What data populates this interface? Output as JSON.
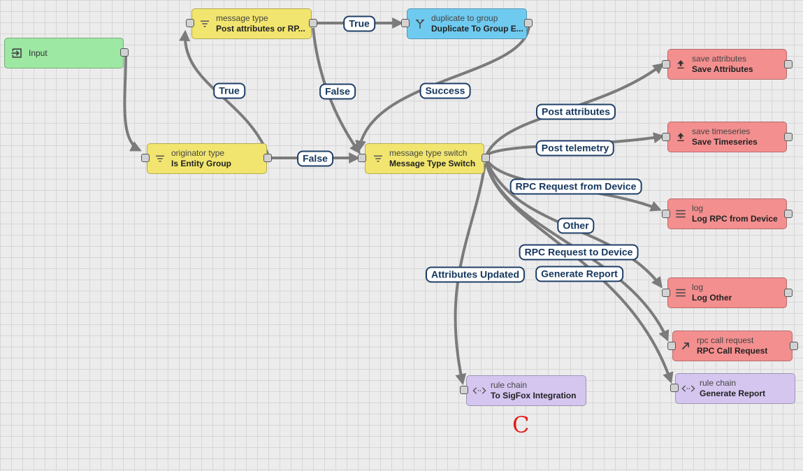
{
  "colors": {
    "input": "#9de8a3",
    "filter": "#f1e56f",
    "transform": "#6fcaf0",
    "action": "#f48f8f",
    "flow": "#d5c6f0",
    "edge": "#7b7b7b",
    "label_border": "#1f3f68",
    "mark": "#e31b1b"
  },
  "nodes": {
    "input": {
      "name": "Input",
      "icon": "input-icon"
    },
    "originator_type": {
      "type": "originator type",
      "name": "Is Entity Group",
      "icon": "filter-icon"
    },
    "message_type": {
      "type": "message type",
      "name": "Post attributes or RP...",
      "icon": "filter-icon"
    },
    "duplicate_to_group": {
      "type": "duplicate to group",
      "name": "Duplicate To Group E...",
      "icon": "fork-icon"
    },
    "message_type_switch": {
      "type": "message type switch",
      "name": "Message Type Switch",
      "icon": "filter-icon"
    },
    "save_attributes": {
      "type": "save attributes",
      "name": "Save Attributes",
      "icon": "upload-icon"
    },
    "save_timeseries": {
      "type": "save timeseries",
      "name": "Save Timeseries",
      "icon": "upload-icon"
    },
    "log_rpc": {
      "type": "log",
      "name": "Log RPC from Device",
      "icon": "menu-icon"
    },
    "log_other": {
      "type": "log",
      "name": "Log Other",
      "icon": "menu-icon"
    },
    "rpc_call_request": {
      "type": "rpc call request",
      "name": "RPC Call Request",
      "icon": "arrow-up-right-icon"
    },
    "rule_chain_sigfox": {
      "type": "rule chain",
      "name": "To SigFox Integration",
      "icon": "code-icon"
    },
    "rule_chain_report": {
      "type": "rule chain",
      "name": "Generate Report",
      "icon": "code-icon"
    }
  },
  "edge_labels": {
    "true_to_message_type": "True",
    "false_to_switch_from_originator": "False",
    "true_to_duplicate": "True",
    "false_to_switch_from_message_type": "False",
    "success": "Success",
    "post_attributes": "Post attributes",
    "post_telemetry": "Post telemetry",
    "rpc_from_device": "RPC Request from Device",
    "other": "Other",
    "rpc_to_device": "RPC Request to Device",
    "generate_report": "Generate Report",
    "attributes_updated": "Attributes Updated"
  },
  "mark": "C"
}
